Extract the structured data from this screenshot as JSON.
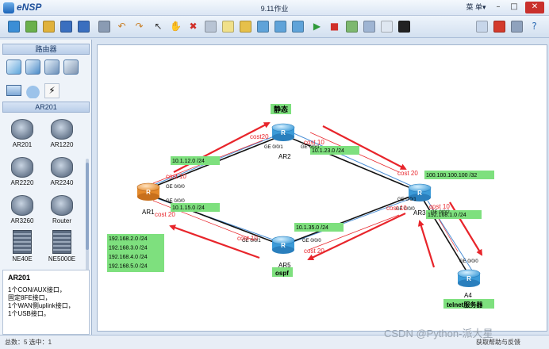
{
  "window": {
    "app_name": "eNSP",
    "title": "9.11作业",
    "menu_label": "菜 单▾",
    "min_glyph": "–",
    "max_glyph": "□",
    "close_glyph": "✕"
  },
  "toolbar": {
    "buttons": [
      {
        "name": "new-topology-icon",
        "glyph": "",
        "color": "#3b8ed6"
      },
      {
        "name": "new-example-icon",
        "glyph": "",
        "color": "#6ab04c"
      },
      {
        "name": "open-icon",
        "glyph": "",
        "color": "#e0b23c"
      },
      {
        "name": "save-icon",
        "glyph": "",
        "color": "#3a6fbf"
      },
      {
        "name": "save-as-icon",
        "glyph": "",
        "color": "#3a6fbf"
      },
      {
        "name": "print-icon",
        "glyph": "",
        "color": "#8a9bb3"
      },
      {
        "name": "undo-icon",
        "glyph": "↶",
        "color": ""
      },
      {
        "name": "redo-icon",
        "glyph": "↷",
        "color": ""
      },
      {
        "name": "select-icon",
        "glyph": "↖",
        "color": ""
      },
      {
        "name": "hand-icon",
        "glyph": "✋",
        "color": ""
      },
      {
        "name": "delete-icon",
        "glyph": "✖",
        "color": ""
      },
      {
        "name": "delete-link-icon",
        "glyph": "",
        "color": "#b8c4d4"
      },
      {
        "name": "text-note-icon",
        "glyph": "",
        "color": "#f0e08a"
      },
      {
        "name": "palette-icon",
        "glyph": "",
        "color": "#e6c04a"
      },
      {
        "name": "zoom-in-icon",
        "glyph": "",
        "color": "#5fa3d9"
      },
      {
        "name": "zoom-out-icon",
        "glyph": "",
        "color": "#5fa3d9"
      },
      {
        "name": "reset-zoom-icon",
        "glyph": "",
        "color": "#5fa3d9"
      },
      {
        "name": "start-icon",
        "glyph": "▶",
        "color": ""
      },
      {
        "name": "stop-icon",
        "glyph": "■",
        "color": ""
      },
      {
        "name": "capture-icon",
        "glyph": "",
        "color": "#7db86f"
      },
      {
        "name": "layout-icon",
        "glyph": "",
        "color": "#9fb5d3"
      },
      {
        "name": "topology-icon",
        "glyph": "",
        "color": "#dfe7f1"
      },
      {
        "name": "terminal-icon",
        "glyph": "",
        "color": "#222222"
      },
      {
        "name": "chat-icon",
        "glyph": "",
        "color": "#c7d6ea"
      },
      {
        "name": "huawei-icon",
        "glyph": "",
        "color": "#d33a2c"
      },
      {
        "name": "settings-icon",
        "glyph": "",
        "color": "#8fa2bd"
      },
      {
        "name": "help-icon",
        "glyph": "?",
        "color": ""
      }
    ]
  },
  "sidebar": {
    "category_header": "路由器",
    "category_icons": [
      "router-category-icon",
      "switch-category-icon",
      "wireless-category-icon",
      "firewall-category-icon",
      "pc-category-icon",
      "cloud-category-icon",
      "link-category-icon"
    ],
    "device_header": "AR201",
    "devices": [
      {
        "label": "AR201",
        "kind": "router"
      },
      {
        "label": "AR1220",
        "kind": "router"
      },
      {
        "label": "AR2220",
        "kind": "router"
      },
      {
        "label": "AR2240",
        "kind": "router"
      },
      {
        "label": "AR3260",
        "kind": "router"
      },
      {
        "label": "Router",
        "kind": "router"
      },
      {
        "label": "NE40E",
        "kind": "chassis"
      },
      {
        "label": "NE5000E",
        "kind": "chassis"
      }
    ],
    "description": {
      "title": "AR201",
      "lines": [
        "1个CON/AUX接口，",
        "固定8FE接口，",
        "1个WAN侧uplink接口，",
        "1个USB接口。"
      ]
    }
  },
  "topology": {
    "colors": {
      "link": "#000000",
      "blue_link": "#4b8fd6",
      "arrow": "#e8252b",
      "label_bg": "#7ee07e",
      "router": "#5fb6ea",
      "router_selected": "#f0a04c"
    },
    "area_labels": {
      "static": "静态",
      "ospf": "ospf",
      "telnet": "telnet服务器"
    },
    "devices": [
      {
        "name": "AR1",
        "selected": true
      },
      {
        "name": "AR2",
        "selected": false
      },
      {
        "name": "AR3",
        "selected": false
      },
      {
        "name": "AR5",
        "selected": false
      },
      {
        "name": "A4",
        "selected": false
      }
    ],
    "networks": [
      "10.1.12.0 /24",
      "10.1.23.0 /24",
      "10.1.15.0 /24",
      "10.1.35.0 /24",
      "100.100.100.100 /32",
      "192.168.1.0 /24"
    ],
    "loopbacks": [
      "192.168.2.0 /24",
      "192.168.3.0 /24",
      "192.168.4.0 /24",
      "192.168.5.0 /24"
    ],
    "interfaces": [
      "GE 0/0/0",
      "GE 0/0/1",
      "GE 0/0/1",
      "GE 0/0/0",
      "GE 0/0/1",
      "GE 0/0/0",
      "GE 0/0/1",
      "GE 0/0/0",
      "GE 0/0/2",
      "GE 0/0/0"
    ],
    "costs": [
      "cost20",
      "cost 10",
      "cost 10",
      "cost 20",
      "cost 20",
      "cost 10",
      "cost 10",
      "cost 20",
      "cost 10"
    ]
  },
  "status": {
    "left": "总数：5  选中：1",
    "right": "获取帮助与反馈"
  },
  "watermark": "CSDN @Python-派大星"
}
